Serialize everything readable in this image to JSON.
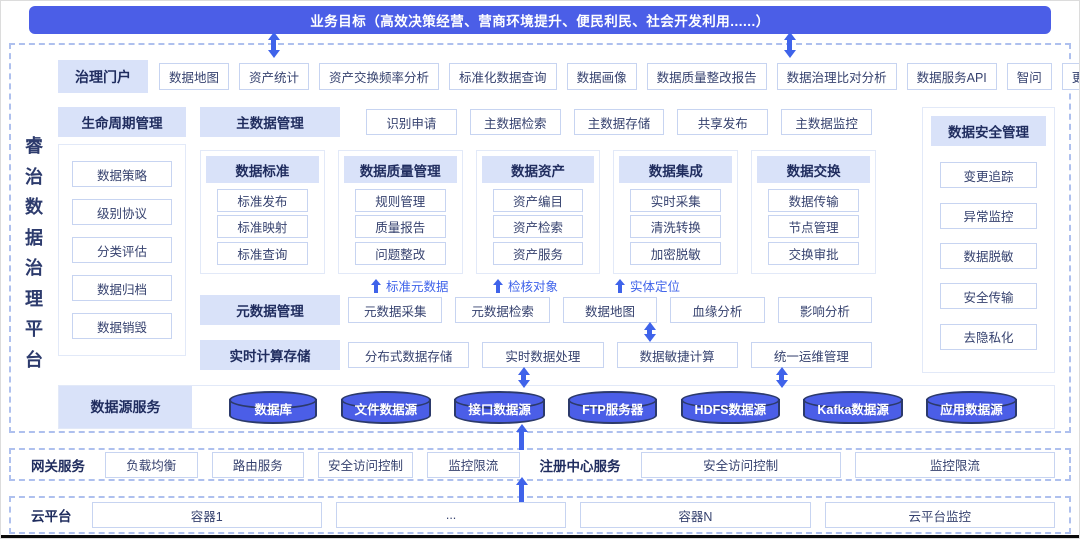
{
  "banner": {
    "text": "业务目标（高效决策经营、营商环境提升、便民利民、社会开发利用......）"
  },
  "platform": {
    "vertical_title": "睿治数据治理平台",
    "portal": {
      "header": "治理门户",
      "items": [
        "数据地图",
        "资产统计",
        "资产交换频率分析",
        "标准化数据查询",
        "数据画像",
        "数据质量整改报告",
        "数据治理比对分析",
        "数据服务API",
        "智问",
        "更多应用"
      ]
    },
    "lifecycle": {
      "header": "生命周期管理",
      "items": [
        "数据策略",
        "级别协议",
        "分类评估",
        "数据归档",
        "数据销毁"
      ]
    },
    "master_data": {
      "header": "主数据管理",
      "items": [
        "识别申请",
        "主数据检索",
        "主数据存储",
        "共享发布",
        "主数据监控"
      ]
    },
    "modules": [
      {
        "header": "数据标准",
        "items": [
          "标准发布",
          "标准映射",
          "标准查询"
        ]
      },
      {
        "header": "数据质量管理",
        "items": [
          "规则管理",
          "质量报告",
          "问题整改"
        ]
      },
      {
        "header": "数据资产",
        "items": [
          "资产编目",
          "资产检索",
          "资产服务"
        ]
      },
      {
        "header": "数据集成",
        "items": [
          "实时采集",
          "清洗转换",
          "加密脱敏"
        ]
      },
      {
        "header": "数据交换",
        "items": [
          "数据传输",
          "节点管理",
          "交换审批"
        ]
      }
    ],
    "flow_labels": [
      "标准元数据",
      "检核对象",
      "实体定位"
    ],
    "metadata": {
      "header": "元数据管理",
      "items": [
        "元数据采集",
        "元数据检索",
        "数据地图",
        "血缘分析",
        "影响分析"
      ]
    },
    "realtime": {
      "header": "实时计算存储",
      "items": [
        "分布式数据存储",
        "实时数据处理",
        "数据敏捷计算",
        "统一运维管理"
      ]
    },
    "security": {
      "header": "数据安全管理",
      "items": [
        "变更追踪",
        "异常监控",
        "数据脱敏",
        "安全传输",
        "去隐私化"
      ]
    },
    "datasource": {
      "header": "数据源服务",
      "items": [
        "数据库",
        "文件数据源",
        "接口数据源",
        "FTP服务器",
        "HDFS数据源",
        "Kafka数据源",
        "应用数据源"
      ]
    }
  },
  "gateway": {
    "label": "网关服务",
    "items": [
      "负载均衡",
      "路由服务",
      "安全访问控制",
      "监控限流"
    ],
    "registry_label": "注册中心服务",
    "registry_items": [
      "安全访问控制",
      "监控限流"
    ]
  },
  "cloud": {
    "label": "云平台",
    "items": [
      "容器1",
      "...",
      "容器N",
      "云平台监控"
    ]
  },
  "colors": {
    "primary": "#4b5ee7",
    "arrow": "#3f63ea",
    "header_band": "#d9e2f9",
    "navy_text": "#1f2c5e",
    "dashed_border": "#aec0ee"
  }
}
